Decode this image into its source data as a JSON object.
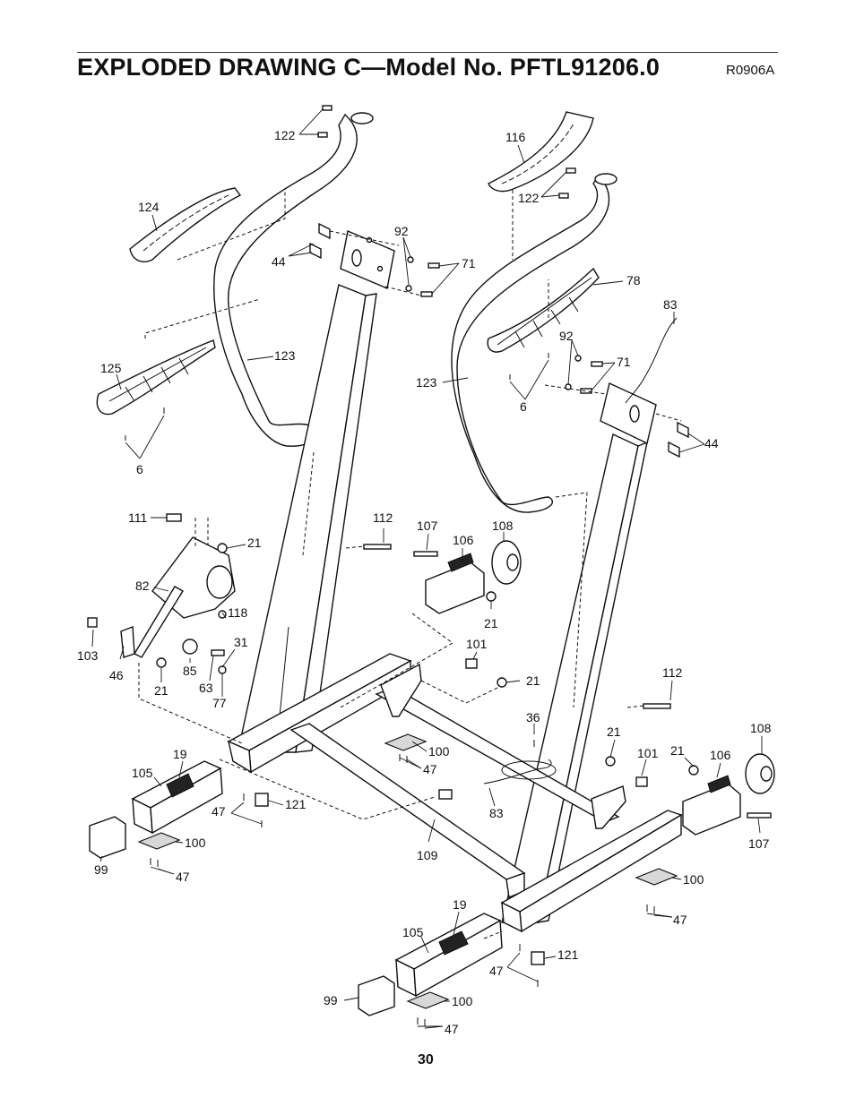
{
  "header": {
    "title": "EXPLODED DRAWING C—Model No. PFTL91206.0",
    "drawing_code": "R0906A"
  },
  "footer": {
    "page_number": "30"
  },
  "callouts": [
    {
      "key": "c122a",
      "label": "122"
    },
    {
      "key": "c124",
      "label": "124"
    },
    {
      "key": "c92a",
      "label": "92"
    },
    {
      "key": "c44a",
      "label": "44"
    },
    {
      "key": "c71a",
      "label": "71"
    },
    {
      "key": "c123a",
      "label": "123"
    },
    {
      "key": "c125",
      "label": "125"
    },
    {
      "key": "c6a",
      "label": "6"
    },
    {
      "key": "c116",
      "label": "116"
    },
    {
      "key": "c122b",
      "label": "122"
    },
    {
      "key": "c78",
      "label": "78"
    },
    {
      "key": "c83a",
      "label": "83"
    },
    {
      "key": "c92b",
      "label": "92"
    },
    {
      "key": "c71b",
      "label": "71"
    },
    {
      "key": "c123b",
      "label": "123"
    },
    {
      "key": "c6b",
      "label": "6"
    },
    {
      "key": "c44b",
      "label": "44"
    },
    {
      "key": "c111",
      "label": "111"
    },
    {
      "key": "c21a",
      "label": "21"
    },
    {
      "key": "c82",
      "label": "82"
    },
    {
      "key": "c118",
      "label": "118"
    },
    {
      "key": "c31",
      "label": "31"
    },
    {
      "key": "c103",
      "label": "103"
    },
    {
      "key": "c46",
      "label": "46"
    },
    {
      "key": "c85",
      "label": "85"
    },
    {
      "key": "c63",
      "label": "63"
    },
    {
      "key": "c21b",
      "label": "21"
    },
    {
      "key": "c77",
      "label": "77"
    },
    {
      "key": "c112a",
      "label": "112"
    },
    {
      "key": "c107a",
      "label": "107"
    },
    {
      "key": "c106a",
      "label": "106"
    },
    {
      "key": "c108a",
      "label": "108"
    },
    {
      "key": "c21c",
      "label": "21"
    },
    {
      "key": "c101a",
      "label": "101"
    },
    {
      "key": "c21d",
      "label": "21"
    },
    {
      "key": "c112b",
      "label": "112"
    },
    {
      "key": "c36",
      "label": "36"
    },
    {
      "key": "c100a",
      "label": "100"
    },
    {
      "key": "c47a",
      "label": "47"
    },
    {
      "key": "c21e",
      "label": "21"
    },
    {
      "key": "c101b",
      "label": "101"
    },
    {
      "key": "c21f",
      "label": "21"
    },
    {
      "key": "c106b",
      "label": "106"
    },
    {
      "key": "c108b",
      "label": "108"
    },
    {
      "key": "c19a",
      "label": "19"
    },
    {
      "key": "c105a",
      "label": "105"
    },
    {
      "key": "c47b",
      "label": "47"
    },
    {
      "key": "c121a",
      "label": "121"
    },
    {
      "key": "c83b",
      "label": "83"
    },
    {
      "key": "c107b",
      "label": "107"
    },
    {
      "key": "c100b",
      "label": "100"
    },
    {
      "key": "c99a",
      "label": "99"
    },
    {
      "key": "c47c",
      "label": "47"
    },
    {
      "key": "c109",
      "label": "109"
    },
    {
      "key": "c100c",
      "label": "100"
    },
    {
      "key": "c47d",
      "label": "47"
    },
    {
      "key": "c19b",
      "label": "19"
    },
    {
      "key": "c105b",
      "label": "105"
    },
    {
      "key": "c121b",
      "label": "121"
    },
    {
      "key": "c47e",
      "label": "47"
    },
    {
      "key": "c99b",
      "label": "99"
    },
    {
      "key": "c100d",
      "label": "100"
    },
    {
      "key": "c47f",
      "label": "47"
    }
  ]
}
